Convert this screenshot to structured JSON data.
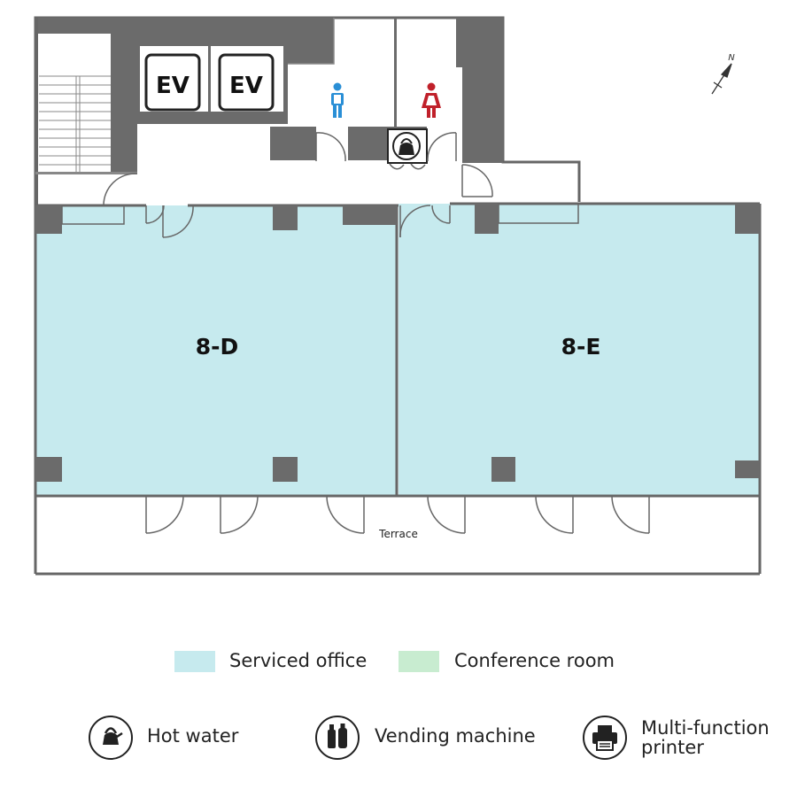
{
  "rooms": {
    "d_label": "8-D",
    "e_label": "8-E",
    "terrace_label": "Terrace",
    "ev1_label": "EV",
    "ev2_label": "EV"
  },
  "compass": {
    "label": "N"
  },
  "legend": {
    "serviced_office": "Serviced office",
    "conference_room": "Conference room",
    "hot_water": "Hot water",
    "vending_machine": "Vending machine",
    "printer_line1": "Multi-function",
    "printer_line2": "printer"
  },
  "colors": {
    "serviced_office": "#c6eaee",
    "conference_room": "#c8ecd0",
    "wall": "#6b6b6b",
    "line": "#666666",
    "male_icon": "#2a8fd6",
    "female_icon": "#c0202a"
  },
  "icons": [
    "male-restroom-icon",
    "female-restroom-icon",
    "hot-water-icon",
    "vending-machine-icon",
    "printer-icon",
    "north-arrow-icon"
  ]
}
